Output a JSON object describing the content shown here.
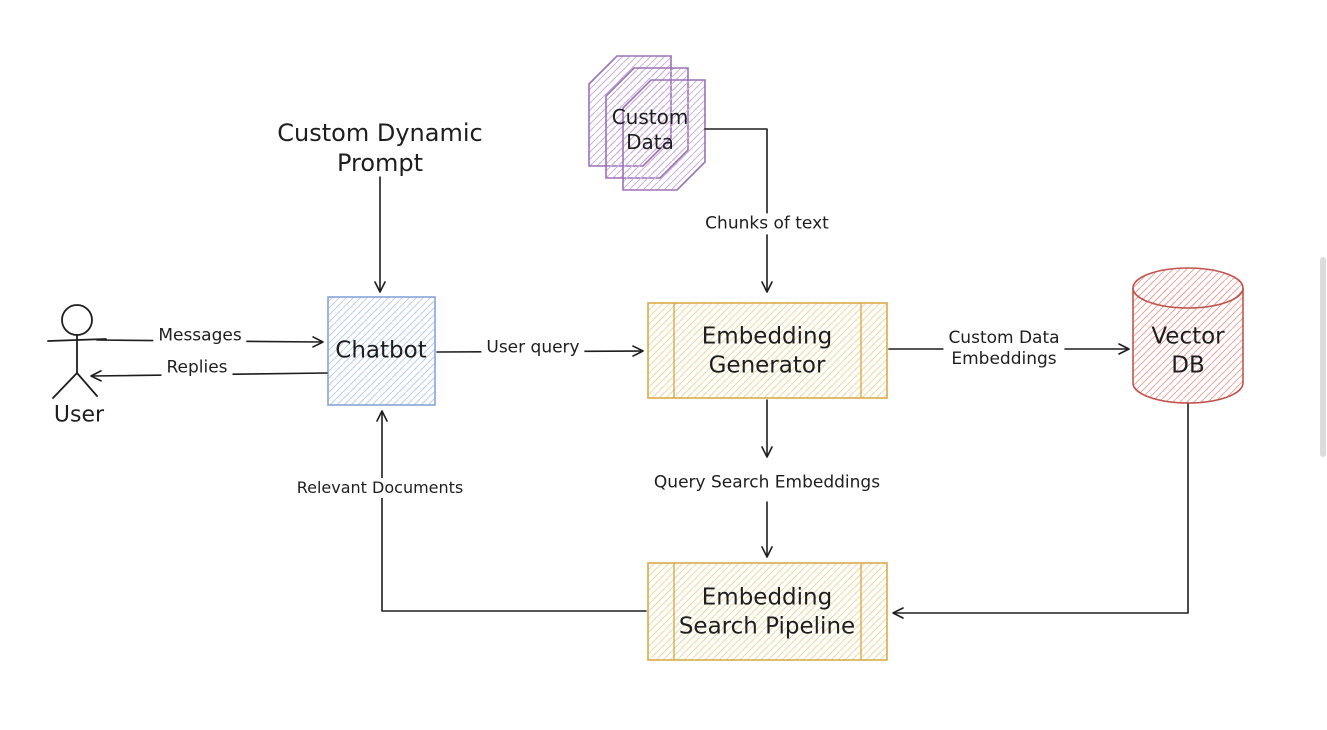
{
  "colors": {
    "stroke_dark": "#1e1e1e",
    "blue_stroke": "#86a5d8",
    "blue_fill": "#bccfeb",
    "gold_stroke": "#d8ab4c",
    "gold_fill": "#eed9a1",
    "red_stroke": "#c2544d",
    "red_fill": "#e5aaa3",
    "purple_stroke": "#9b72b5",
    "purple_fill": "#ccb2da",
    "scrollbar": "#dcdcdc",
    "background": "#ffffff"
  },
  "nodes": {
    "user": {
      "label": "User"
    },
    "chatbot": {
      "label": "Chatbot"
    },
    "custom_data": {
      "line1": "Custom",
      "line2": "Data"
    },
    "embedding_generator": {
      "line1": "Embedding",
      "line2": "Generator"
    },
    "vector_db": {
      "line1": "Vector",
      "line2": "DB"
    },
    "embedding_search_pipeline": {
      "line1": "Embedding",
      "line2": "Search Pipeline"
    }
  },
  "edges": {
    "custom_dynamic_prompt": {
      "line1": "Custom Dynamic",
      "line2": "Prompt"
    },
    "messages": {
      "label": "Messages"
    },
    "replies": {
      "label": "Replies"
    },
    "user_query": {
      "label": "User query"
    },
    "chunks_of_text": {
      "label": "Chunks of text"
    },
    "custom_data_embeddings": {
      "line1": "Custom Data",
      "line2": "Embeddings"
    },
    "query_search_embeddings": {
      "label": "Query Search Embeddings"
    },
    "relevant_documents": {
      "label": "Relevant Documents"
    }
  }
}
